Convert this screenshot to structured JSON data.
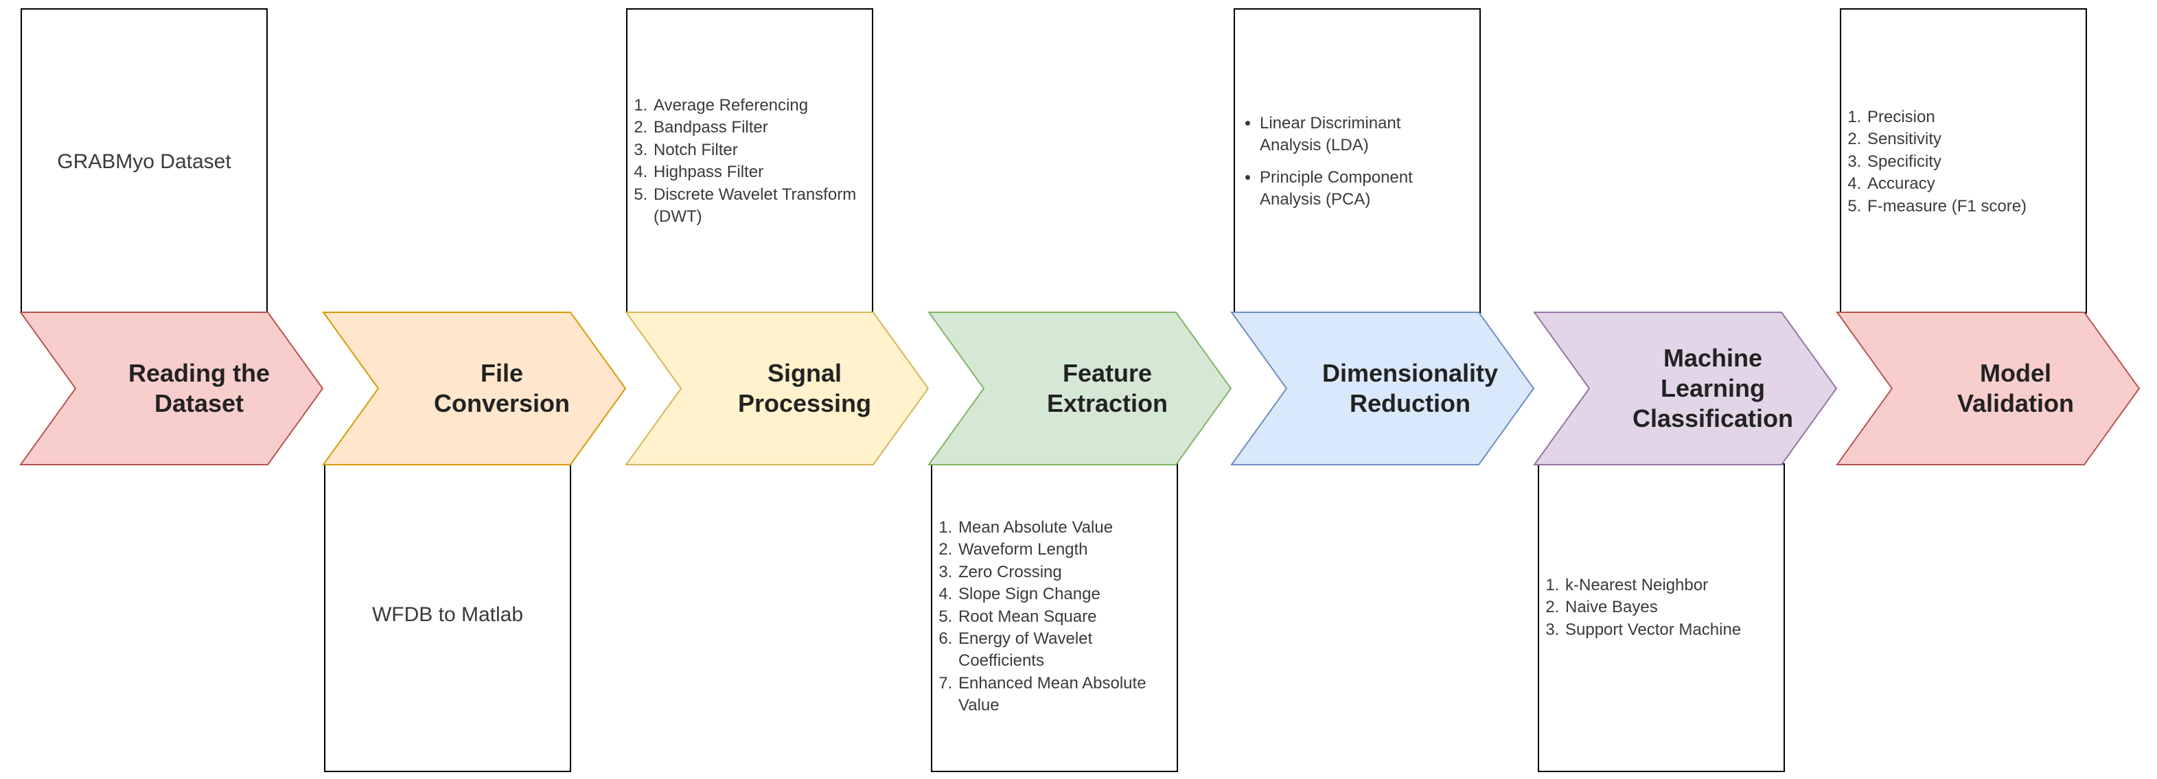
{
  "stages": [
    {
      "id": "reading",
      "lines": [
        "Reading the",
        "Dataset"
      ],
      "fill": "#f8cecc",
      "stroke": "#b85450"
    },
    {
      "id": "conversion",
      "lines": [
        "File",
        "Conversion"
      ],
      "fill": "#ffe6cc",
      "stroke": "#d79b00"
    },
    {
      "id": "signal",
      "lines": [
        "Signal",
        "Processing"
      ],
      "fill": "#fff2cc",
      "stroke": "#d6b656"
    },
    {
      "id": "feature",
      "lines": [
        "Feature",
        "Extraction"
      ],
      "fill": "#d5e8d4",
      "stroke": "#82b366"
    },
    {
      "id": "dimensionality",
      "lines": [
        "Dimensionality",
        "Reduction"
      ],
      "fill": "#dae8fc",
      "stroke": "#6c8ebf"
    },
    {
      "id": "classification",
      "lines": [
        "Machine",
        "Learning",
        "Classification"
      ],
      "fill": "#e1d5e7",
      "stroke": "#9673a6"
    },
    {
      "id": "validation",
      "lines": [
        "Model",
        "Validation"
      ],
      "fill": "#f8cecc",
      "stroke": "#b85450"
    }
  ],
  "boxes": {
    "reading": {
      "text": "GRABMyo Dataset"
    },
    "conversion": {
      "text": "WFDB to Matlab"
    },
    "signal": {
      "items": [
        "Average Referencing",
        "Bandpass Filter",
        "Notch Filter",
        "Highpass Filter",
        "Discrete Wavelet Transform (DWT)"
      ]
    },
    "feature": {
      "items": [
        "Mean Absolute Value",
        "Waveform Length",
        "Zero Crossing",
        "Slope Sign Change",
        "Root Mean Square",
        "Energy of Wavelet Coefficients",
        "Enhanced Mean Absolute Value"
      ]
    },
    "dimensionality": {
      "items": [
        "Linear Discriminant Analysis (LDA)",
        "Principle Component Analysis (PCA)"
      ]
    },
    "classification": {
      "items": [
        "k-Nearest Neighbor",
        "Naive Bayes",
        "Support Vector Machine"
      ]
    },
    "validation": {
      "items": [
        "Precision",
        "Sensitivity",
        "Specificity",
        "Accuracy",
        "F-measure (F1 score)"
      ]
    }
  }
}
